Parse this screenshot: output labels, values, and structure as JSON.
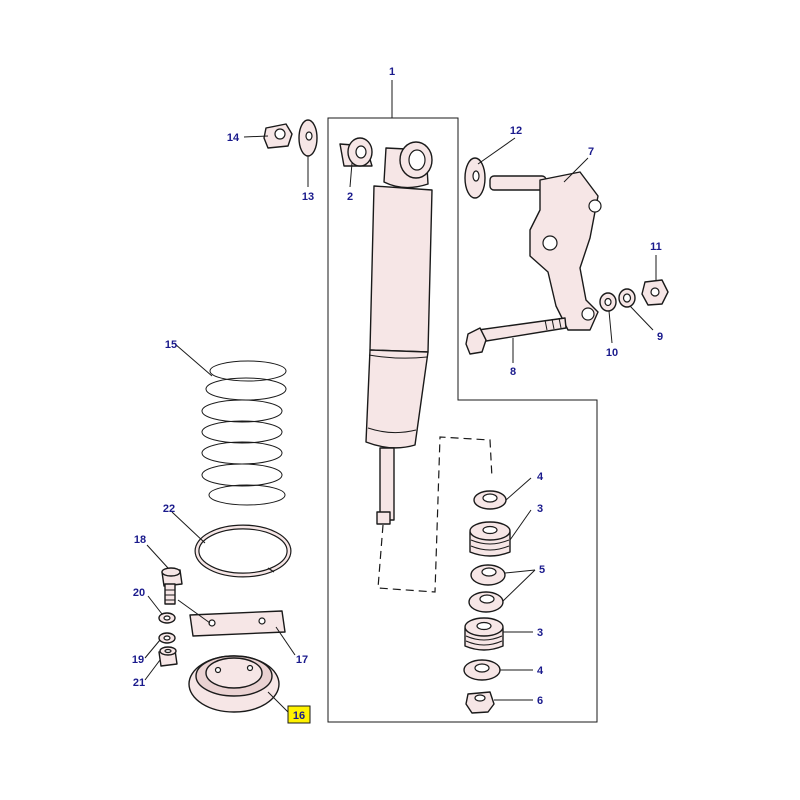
{
  "callouts": [
    {
      "id": "c1",
      "label": "1"
    },
    {
      "id": "c2",
      "label": "2"
    },
    {
      "id": "c3a",
      "label": "3"
    },
    {
      "id": "c3b",
      "label": "3"
    },
    {
      "id": "c4a",
      "label": "4"
    },
    {
      "id": "c4b",
      "label": "4"
    },
    {
      "id": "c5",
      "label": "5"
    },
    {
      "id": "c6",
      "label": "6"
    },
    {
      "id": "c7",
      "label": "7"
    },
    {
      "id": "c8",
      "label": "8"
    },
    {
      "id": "c9",
      "label": "9"
    },
    {
      "id": "c10",
      "label": "10"
    },
    {
      "id": "c11",
      "label": "11"
    },
    {
      "id": "c12",
      "label": "12"
    },
    {
      "id": "c13",
      "label": "13"
    },
    {
      "id": "c14",
      "label": "14"
    },
    {
      "id": "c15",
      "label": "15"
    },
    {
      "id": "c16",
      "label": "16"
    },
    {
      "id": "c17",
      "label": "17"
    },
    {
      "id": "c18",
      "label": "18"
    },
    {
      "id": "c19",
      "label": "19"
    },
    {
      "id": "c20",
      "label": "20"
    },
    {
      "id": "c21",
      "label": "21"
    },
    {
      "id": "c22",
      "label": "22"
    }
  ],
  "colors": {
    "callout_text": "#1a1a8c",
    "part_fill": "#f6e6e6",
    "highlight_box": "#fff200",
    "line": "#1a1a1a"
  }
}
